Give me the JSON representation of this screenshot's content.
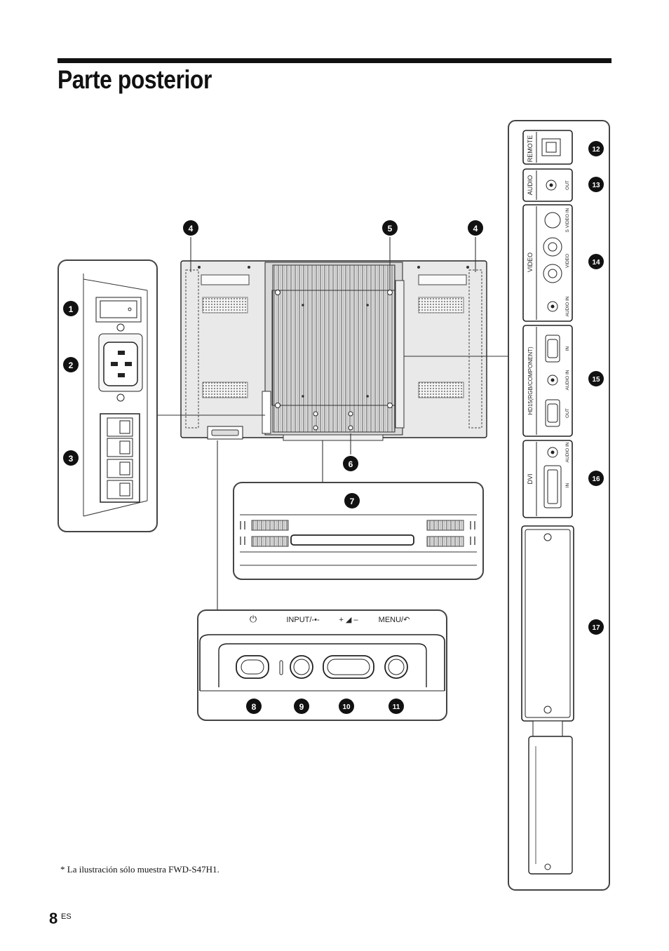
{
  "page": {
    "title": "Parte posterior",
    "footnote": "* La ilustración sólo muestra FWD-S47H1.",
    "page_number": "8",
    "page_lang": "ES"
  },
  "callouts": [
    "1",
    "2",
    "3",
    "4",
    "4",
    "5",
    "6",
    "7",
    "8",
    "9",
    "10",
    "11",
    "12",
    "13",
    "14",
    "15",
    "16",
    "17"
  ],
  "panel_labels": {
    "remote": "REMOTE",
    "audio": "AUDIO",
    "audio_out": "OUT",
    "video": "VIDEO",
    "s_video_in": "S VIDEO IN",
    "video_io": "VIDEO",
    "audio_in": "AUDIO IN",
    "hd15": "HD15(RGB/COMPONENT)",
    "hd15_in": "IN",
    "hd15_audio_in": "AUDIO IN",
    "hd15_out": "OUT",
    "dvi": "DVI",
    "dvi_audio_in": "AUDIO IN",
    "dvi_in": "IN"
  },
  "buttons": {
    "power_symbol": "⏻",
    "input": "INPUT/-•-",
    "volume": "+ ◢ –",
    "menu": "MENU/↶"
  },
  "colors": {
    "ink": "#111111",
    "panel_fill": "#f3f3f3",
    "callout_fill": "#111111"
  }
}
